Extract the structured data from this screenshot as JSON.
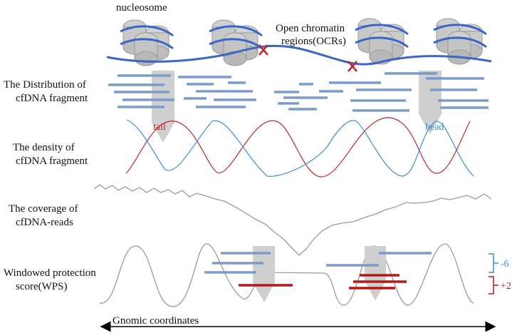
{
  "labels": {
    "nucleosome": "nucleosome",
    "ocr_line1": "Open chromatin",
    "ocr_line2": "regions(OCRs)",
    "distribution_line1": "The Distribution of",
    "distribution_line2": "cfDNA fragment",
    "density_line1": "The density of",
    "density_line2": "cfDNA fragment",
    "coverage_line1": "The coverage of",
    "coverage_line2": "cfDNA-reads",
    "wps_line1": "Windowed protection",
    "wps_line2": "score(WPS)",
    "tail": "tail",
    "head": "head",
    "minus6": "-6",
    "plus2": "+2",
    "axis": "Gnomic coordinates"
  },
  "colors": {
    "dna_blue": "#3a66c4",
    "fragment_blue": "#7a9ccc",
    "tail_red": "#c0262c",
    "head_blue": "#3a8fd0",
    "wps_red": "#b01a1a",
    "gray_line": "#9a9a9a",
    "arrow_gray": "#cfcfcf",
    "nucleosome_gray": "#c8c8c8"
  }
}
